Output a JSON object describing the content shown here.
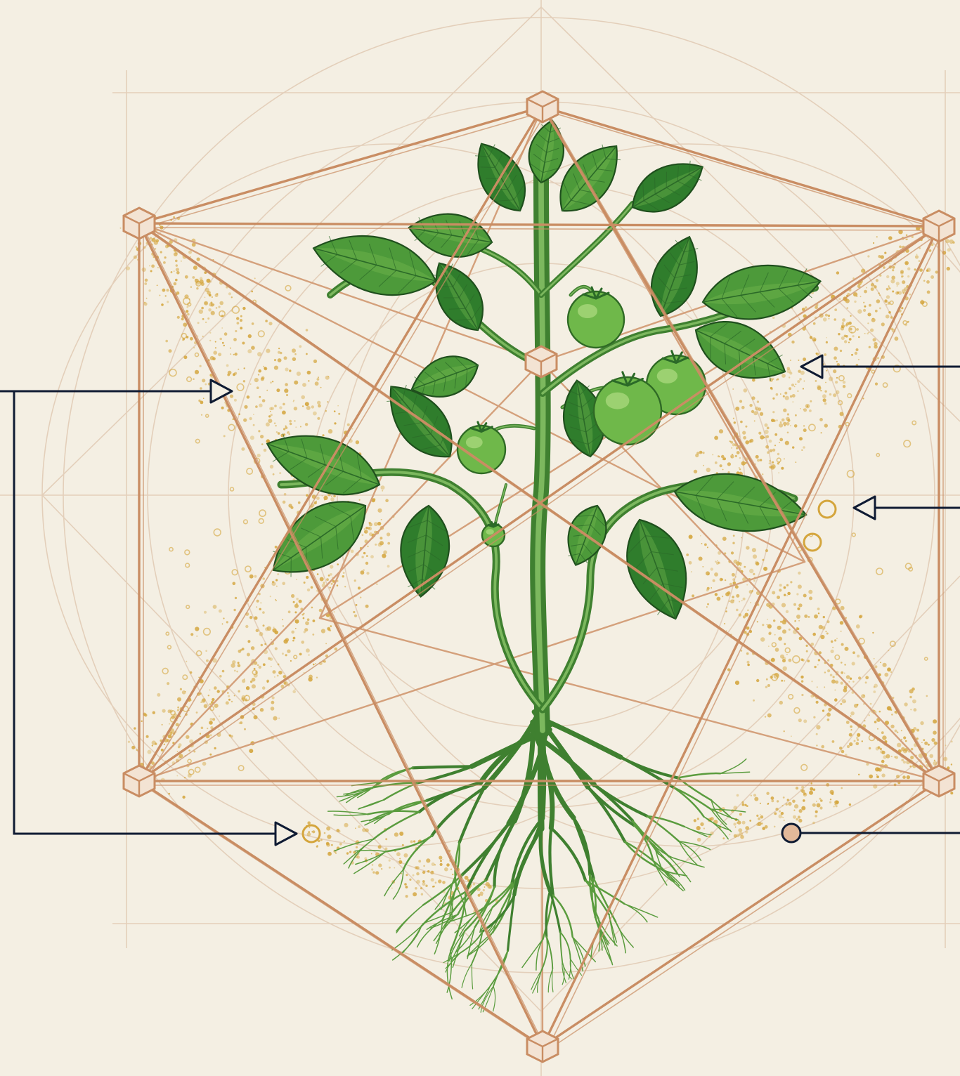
{
  "figure": {
    "subject": "tomato-plant",
    "structure": "icosahedron-frame",
    "labels": []
  },
  "colors": {
    "background": "#f4efe3",
    "copper": "#c98d63",
    "copper_light": "#dcb99a",
    "construction": "#e0c9b3",
    "gold_dust": "#d4a53c",
    "leaf_dark": "#2f7d2c",
    "leaf_mid": "#4d9a3a",
    "leaf_light": "#7cbc52",
    "fruit": "#6fb84a",
    "fruit_light": "#a8d77a",
    "stem": "#4c8f35",
    "ink": "#0f1b33"
  },
  "callouts": [
    {
      "id": "left-upper",
      "marker": "arrow",
      "pointing": "right"
    },
    {
      "id": "left-lower",
      "marker": "arrow",
      "pointing": "right"
    },
    {
      "id": "right-upper",
      "marker": "arrow",
      "pointing": "left"
    },
    {
      "id": "right-middle",
      "marker": "arrow",
      "pointing": "left"
    },
    {
      "id": "right-lower",
      "marker": "dot",
      "pointing": "left"
    }
  ]
}
